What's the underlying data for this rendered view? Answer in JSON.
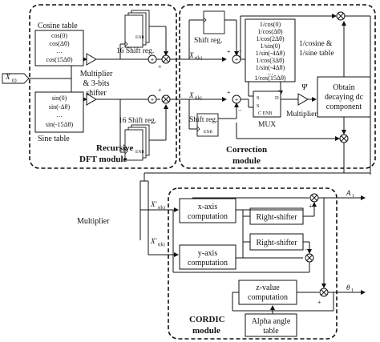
{
  "input_signal": "X",
  "input_subscript": "(t)",
  "recursive_module": {
    "title_line1": "Recursive",
    "title_line2": "DFT module",
    "cosine_table": {
      "label": "Cosine table",
      "entries": [
        "cos(0)",
        "cos(Δθ)",
        "…",
        "cos(15Δθ)"
      ]
    },
    "sine_table": {
      "label": "Sine table",
      "entries": [
        "sin(0)",
        "sin(-Δθ)",
        "…",
        "sin(-15Δθ)"
      ]
    },
    "multiplier_label": [
      "Multiplier",
      "& 3-bits",
      "shifter"
    ],
    "shift_reg_upper": "16 Shift reg.",
    "shift_reg_lower": "16 Shift reg.",
    "enb": "ENB",
    "xr_label": "X",
    "xr_sub": "r(k)",
    "xi_label": "X",
    "xi_sub": "i(k)"
  },
  "correction_module": {
    "title_line1": "Correction",
    "title_line2": "module",
    "shift_reg_upper": "Shift reg.",
    "shift_reg_lower": "Shift reg.",
    "enb": "ENB",
    "table_entries": [
      "1/cos(0)",
      "1/cos(Δθ)",
      "1/cos(2Δθ)",
      "1/sin(0)",
      "1/sin(-4Δθ)",
      "1/cos(3Δθ)",
      "1/sin(-4Δθ)",
      "…",
      "1/cos(15Δθ)"
    ],
    "table_label": [
      "1/cosine &",
      "1/sine table"
    ],
    "mux_label": "MUX",
    "mux_inputs": [
      "S",
      "S",
      "D",
      "C ENB"
    ],
    "multiplier_label": "Multiplier",
    "psi": "Ψ",
    "obtain_box": [
      "Obtain",
      "decaying dc",
      "component"
    ]
  },
  "middle": {
    "multiplier_label": "Multiplier",
    "xr_prime": "X′",
    "xr_prime_sub": "r(k)",
    "xi_prime": "X′",
    "xi_prime_sub": "i(k)"
  },
  "cordic_module": {
    "title_line1": "CORDIC",
    "title_line2": "module",
    "x_axis": [
      "x-axis",
      "computation"
    ],
    "y_axis": [
      "y-axis",
      "computation"
    ],
    "right_shifter_1": "Right-shifter",
    "right_shifter_2": "Right-shifter",
    "z_value": [
      "z-value",
      "computation"
    ],
    "alpha_table": [
      "Alpha angle",
      "table"
    ],
    "output_a": "A",
    "output_a_sub": "1",
    "output_theta": "θ",
    "output_theta_sub": "1"
  },
  "signs": {
    "plus": "+",
    "minus": "−"
  }
}
